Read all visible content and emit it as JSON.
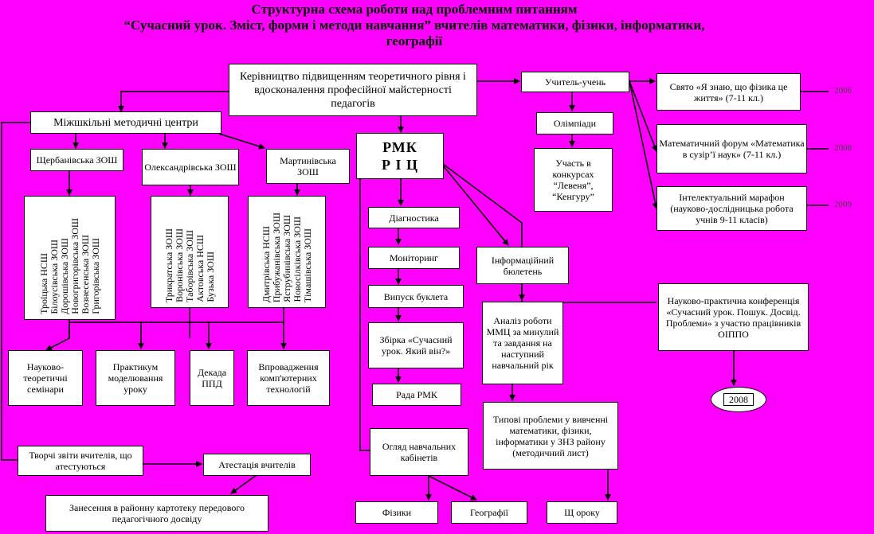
{
  "title": {
    "line1": "Структурна схема роботи над проблемним питанням",
    "line2": "“Сучасний урок. Зміст, форми і методи навчання” вчителів математики, фізики, інформатики,",
    "line3": "географії"
  },
  "nodes": {
    "leadership": "Керівництво підвищенням теоретичного рівня і вдосконалення професійної майстерності педагогів",
    "interschool": "Міжшкільні методичні центри",
    "scherbanivska": "Щербанівська ЗОШ",
    "oleksandrivska": "Олександрівська ЗОШ",
    "martynivska": "Мартинівська ЗОШ",
    "rmk": "РМК\nР І Ц",
    "teacher_student": "Учитель-учень",
    "olympiads": "Олімпіади",
    "contests": "Участь в конкурсах “Левеня”, “Кенгуру”",
    "physics_fest": "Свято «Я знаю, що фізика це життя» (7-11 кл.)",
    "math_forum": "Математичний форум «Математика в сузір’ї наук» (7-11 кл.)",
    "marathon": "Інтелектуальний марафон (науково-дослідницька робота учнів 9-11 класів)",
    "conference": "Науково-практична конференція «Сучасний урок. Пошук. Досвід. Проблеми» з участю працівників ОІППО",
    "diagnostics": "Діагностика",
    "monitoring": "Моніторинг",
    "booklet": "Випуск буклета",
    "collection": "Збірка «Сучасний урок. Який він?»",
    "rmk_council": "Рада РМК",
    "info_bulletin": "Інформаційний бюлетень",
    "analysis": "Аналіз роботи ММЦ за минулий та завдання на наступний навчальний рік",
    "typical_problems": "Типові проблеми у вивченні математики, фізики, інформатики у ЗНЗ району (методичний лист)",
    "review": "Огляд навчальних кабінетів",
    "physics": "Фізики",
    "geography": "Географії",
    "yearly": "Щ ороку",
    "seminars": "Науково-теоретичні семінари",
    "practicum": "Практикум моделювання уроку",
    "decade": "Декада ППД",
    "implementation": "Впровадження комп'ютерних технологій",
    "creative_reports": "Творчі звіти вчителів, що атестуються",
    "attestation": "Атестація вчителів",
    "card_file": "Занесення в районну картотеку передового педагогічного досвіду"
  },
  "school_lists": {
    "scherbanivska": [
      "Троїцька НСШ",
      "Білоусівська ЗОШ",
      "Дорошівська ЗОШ",
      "Новогригорівська ЗОШ",
      "Вознесенська ЗОШ",
      "Григорівська ЗОШ"
    ],
    "oleksandrivska": [
      "Трикратська ЗОШ",
      "Воронівська ЗОШ",
      "Таборівська ЗОШ",
      "Актовська НСШ",
      "Бузька ЗОШ"
    ],
    "martynivska": [
      "Дмитрівська НСШ",
      "Прибужанівська ЗОШ",
      "Яструбинівська ЗОШ",
      "Новосілківська ЗОШ",
      "Тімашівська ЗОШ"
    ]
  },
  "years": {
    "y2006": "2006",
    "y2008": "2008",
    "y2009": "2009",
    "ellipse": "2008"
  },
  "colors": {
    "background": "#FF00FF",
    "box": "#FFFFFF",
    "line": "#000000"
  }
}
